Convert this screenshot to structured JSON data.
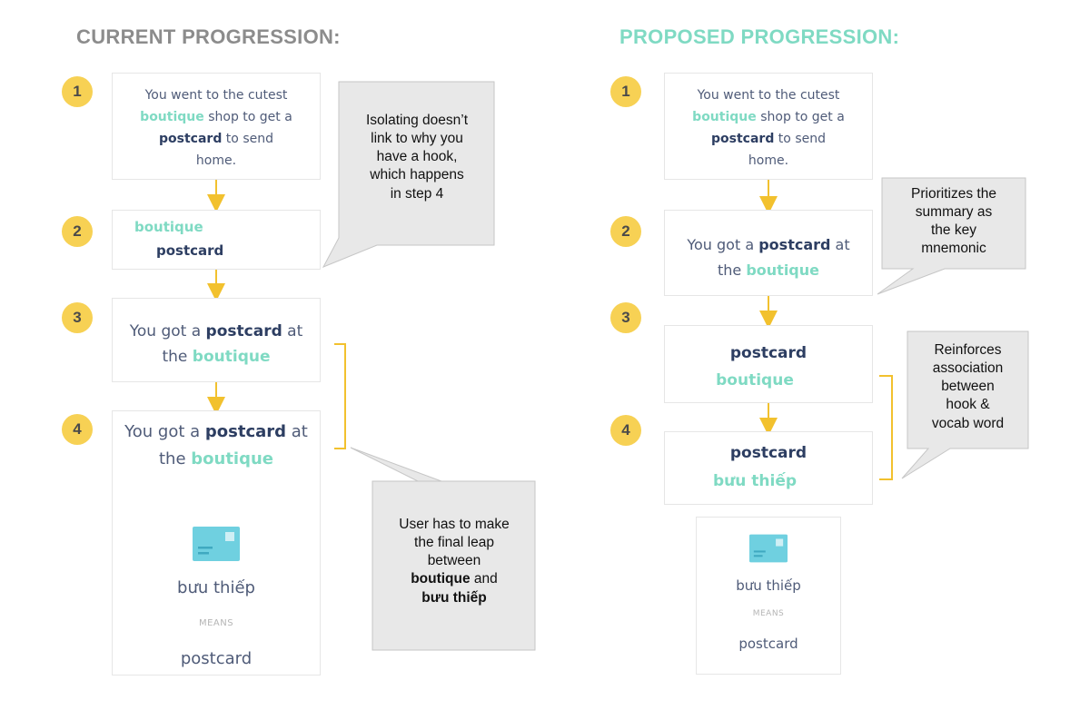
{
  "headings": {
    "current": "CURRENT PROGRESSION:",
    "proposed": "PROPOSED PROGRESSION:"
  },
  "current": {
    "steps": [
      "1",
      "2",
      "3",
      "4"
    ],
    "card1": {
      "l1": "You went to the cutest",
      "l2_a": "boutique",
      "l2_b": " shop to get a",
      "l3_a": "postcard",
      "l3_b": " to send",
      "l4": "home."
    },
    "card2": {
      "w1": "boutique",
      "w2": "postcard"
    },
    "card3": {
      "a": "You got a ",
      "b": "postcard",
      "c": " at",
      "d": "the ",
      "e": "boutique"
    },
    "card4": {
      "a": "You got a ",
      "b": "postcard",
      "c": " at",
      "d": "the ",
      "e": "boutique",
      "word": "bưu thiếp",
      "means": "MEANS",
      "translation": "postcard"
    },
    "callout_top": {
      "l1": "Isolating doesn’t",
      "l2": "link to why you",
      "l3": "have a hook,",
      "l4": "which happens",
      "l5": "in step 4"
    },
    "callout_bottom": {
      "l1": "User has to make",
      "l2": "the final leap",
      "l3": "between",
      "l4": "boutique",
      "l4b": " and",
      "l5": "bưu thiếp"
    }
  },
  "proposed": {
    "steps": [
      "1",
      "2",
      "3",
      "4"
    ],
    "card1": {
      "l1": "You went to the cutest",
      "l2_a": "boutique",
      "l2_b": " shop to get a",
      "l3_a": "postcard",
      "l3_b": " to send",
      "l4": "home."
    },
    "card2": {
      "a": "You got a ",
      "b": "postcard",
      "c": " at",
      "d": "the ",
      "e": "boutique"
    },
    "card3": {
      "w1": "postcard",
      "w2": "boutique"
    },
    "card4": {
      "w1": "postcard",
      "w2": "bưu thiếp"
    },
    "card5": {
      "word": "bưu thiếp",
      "means": "MEANS",
      "translation": "postcard"
    },
    "callout_top": {
      "l1": "Prioritizes the",
      "l2": "summary as",
      "l3": "the key",
      "l4": "mnemonic"
    },
    "callout_bottom": {
      "l1": "Reinforces",
      "l2": "association",
      "l3": "between",
      "l4": "hook &",
      "l5": "vocab word"
    }
  },
  "colors": {
    "teal": "#7fdac3",
    "navy": "#2d3e62",
    "yellow": "#f7d154",
    "callout_fill": "#e8e8e8",
    "arrow": "#f2c12e"
  },
  "icons": {
    "flashcard": "postcard-icon"
  }
}
